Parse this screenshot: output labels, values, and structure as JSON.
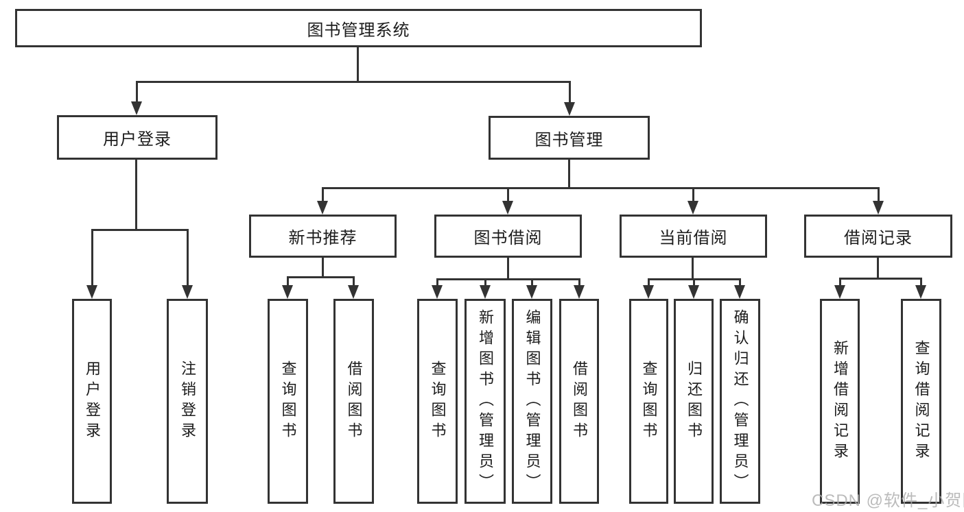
{
  "diagram": {
    "tree": {
      "label": "图书管理系统",
      "children": [
        {
          "label": "用户登录",
          "children": [
            {
              "label": "用户登录"
            },
            {
              "label": "注销登录"
            }
          ]
        },
        {
          "label": "图书管理",
          "children": [
            {
              "label": "新书推荐",
              "children": [
                {
                  "label": "查询图书"
                },
                {
                  "label": "借阅图书"
                }
              ]
            },
            {
              "label": "图书借阅",
              "children": [
                {
                  "label": "查询图书"
                },
                {
                  "label": "新增图书（管理员）"
                },
                {
                  "label": "编辑图书（管理员）"
                },
                {
                  "label": "借阅图书"
                }
              ]
            },
            {
              "label": "当前借阅",
              "children": [
                {
                  "label": "查询图书"
                },
                {
                  "label": "归还图书"
                },
                {
                  "label": "确认归还（管理员）"
                }
              ]
            },
            {
              "label": "借阅记录",
              "children": [
                {
                  "label": "新增借阅记录"
                },
                {
                  "label": "查询借阅记录"
                }
              ]
            }
          ]
        }
      ]
    },
    "watermark": "CSDN @软件_小贺同学",
    "colors": {
      "line": "#333333",
      "text": "#1c1c1c",
      "background": "#ffffff",
      "watermark": "#ababab"
    }
  }
}
